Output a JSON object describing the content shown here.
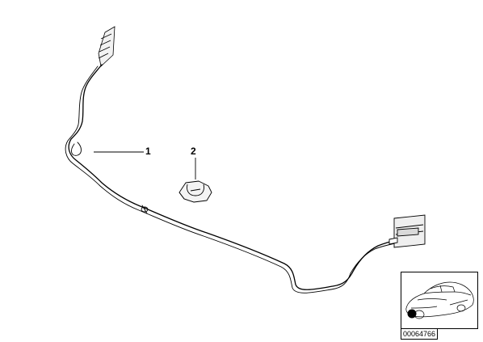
{
  "callouts": [
    {
      "label": "1"
    },
    {
      "label": "2"
    }
  ],
  "diagram_id": "00064766",
  "icons": [
    "antenna-cable-icon",
    "cable-clip-icon",
    "foil-antenna-icon",
    "car-location-icon"
  ],
  "colors": {
    "line": "#000000",
    "background": "#ffffff",
    "highlight": "#000000"
  }
}
